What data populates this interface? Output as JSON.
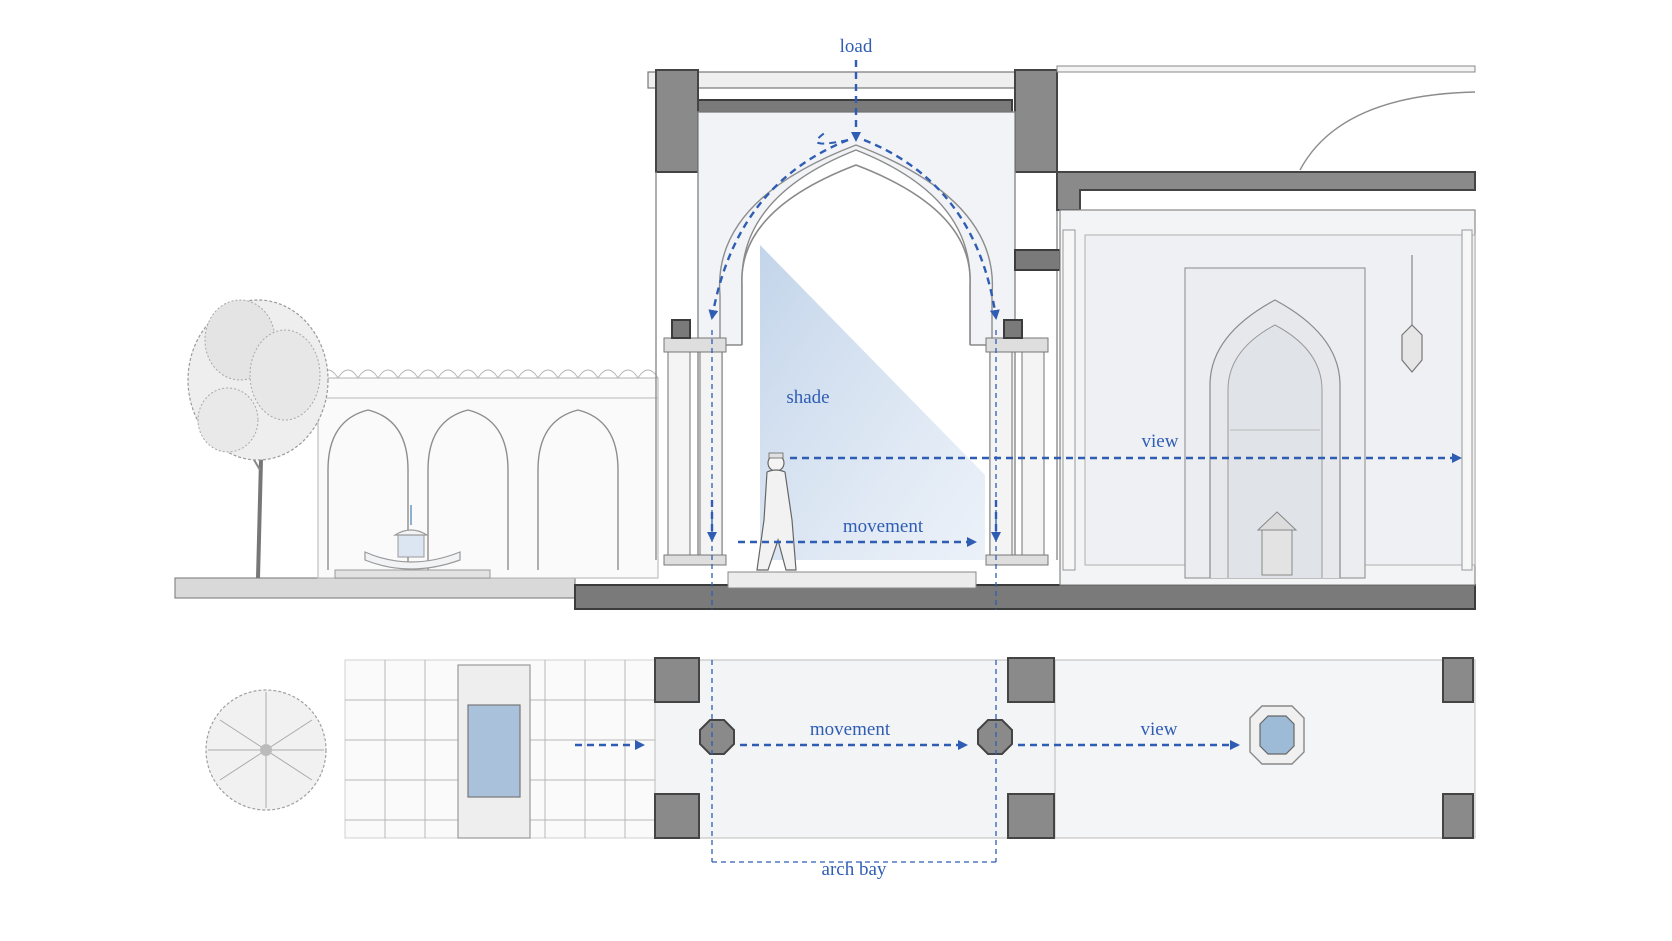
{
  "labels": {
    "load": "load",
    "shade": "shade",
    "view_section": "view",
    "movement_section": "movement",
    "movement_plan": "movement",
    "view_plan": "view",
    "arch_bay": "arch bay"
  },
  "colors": {
    "accent_blue": "#2f5db4",
    "shade_blue": "#c9d7ea",
    "water_blue": "#8fb0cf",
    "wall_gray": "#8a8a8a",
    "paper": "#ffffff"
  },
  "icons": {
    "tree_elevation": "tree-icon",
    "tree_plan": "tree-canopy-icon",
    "fountain": "fountain-icon",
    "person": "walking-person-icon",
    "lantern": "hanging-lantern-icon",
    "minbar": "minbar-icon",
    "plan_fountain": "octagonal-fountain-icon"
  }
}
